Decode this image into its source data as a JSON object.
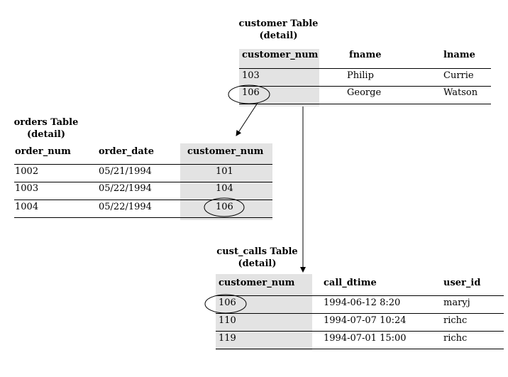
{
  "customer": {
    "title_line1": "customer Table",
    "title_line2": "(detail)",
    "headers": [
      "customer_num",
      "fname",
      "lname"
    ],
    "rows": [
      [
        "103",
        "Philip",
        "Currie"
      ],
      [
        "106",
        "George",
        "Watson"
      ]
    ]
  },
  "orders": {
    "title_line1": "orders Table",
    "title_line2": "(detail)",
    "headers": [
      "order_num",
      "order_date",
      "customer_num"
    ],
    "rows": [
      [
        "1002",
        "05/21/1994",
        "101"
      ],
      [
        "1003",
        "05/22/1994",
        "104"
      ],
      [
        "1004",
        "05/22/1994",
        "106"
      ]
    ]
  },
  "cust_calls": {
    "title_line1": "cust_calls Table",
    "title_line2": "(detail)",
    "headers": [
      "customer_num",
      "call_dtime",
      "user_id"
    ],
    "rows": [
      [
        "106",
        "1994-06-12 8:20",
        "maryj"
      ],
      [
        "110",
        "1994-07-07 10:24",
        "richc"
      ],
      [
        "119",
        "1994-07-01 15:00",
        "richc"
      ]
    ]
  },
  "colors": {
    "shade": "#e3e3e3",
    "line": "#000000"
  }
}
